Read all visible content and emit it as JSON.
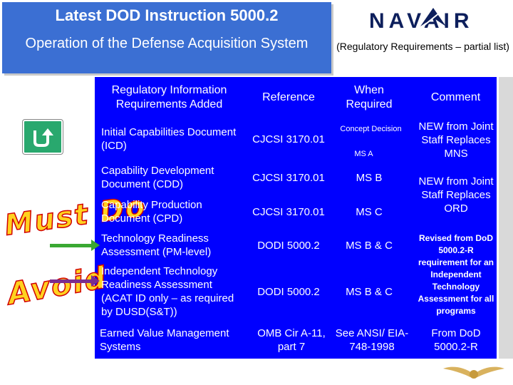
{
  "title": {
    "line1": "Latest DOD Instruction 5000.2",
    "line2": "Operation of the Defense Acquisition System"
  },
  "logo": {
    "text": "NAVAIR",
    "subtitle": "(Regulatory Requirements – partial list)"
  },
  "annotations": {
    "must_do": "Must Do",
    "avoid": "Avoid"
  },
  "table": {
    "headers": {
      "requirement": "Regulatory Information Requirements Added",
      "reference": "Reference",
      "when": "When Required",
      "comment": "Comment"
    },
    "rows": [
      {
        "requirement": "Initial Capabilities Document (ICD)",
        "reference": "CJCSI 3170.01",
        "when_top": "Concept Decision",
        "when_bottom": "MS A"
      },
      {
        "requirement": "Capability Development Document (CDD)",
        "reference": "CJCSI 3170.01",
        "when": "MS B"
      },
      {
        "requirement": "Capability Production Document (CPD)",
        "reference": "CJCSI 3170.01",
        "when": "MS C"
      },
      {
        "requirement": "Technology Readiness Assessment (PM-level)",
        "reference": "DODI 5000.2",
        "when": "MS B & C"
      },
      {
        "requirement": "Independent Technology Readiness Assessment (ACAT ID only – as required by DUSD(S&T))",
        "reference": "DODI 5000.2",
        "when": "MS B & C"
      },
      {
        "requirement": "Earned Value Management Systems",
        "reference": "OMB Cir A-11, part 7",
        "when": "See ANSI/ EIA-748-1998"
      }
    ],
    "comments": {
      "c1": "NEW from Joint Staff Replaces MNS",
      "c2": "NEW from Joint Staff Replaces ORD",
      "c3": "Revised from DoD 5000.2-R requirement for an Independent Technology Assessment for all programs",
      "c4": "From DoD 5000.2-R"
    }
  },
  "colors": {
    "title_bg": "#3b6fd3",
    "table_bg": "#0000ff",
    "button_green": "#29a86e",
    "stamp_fill": "#ffd21f",
    "stamp_outline": "#d10000"
  }
}
